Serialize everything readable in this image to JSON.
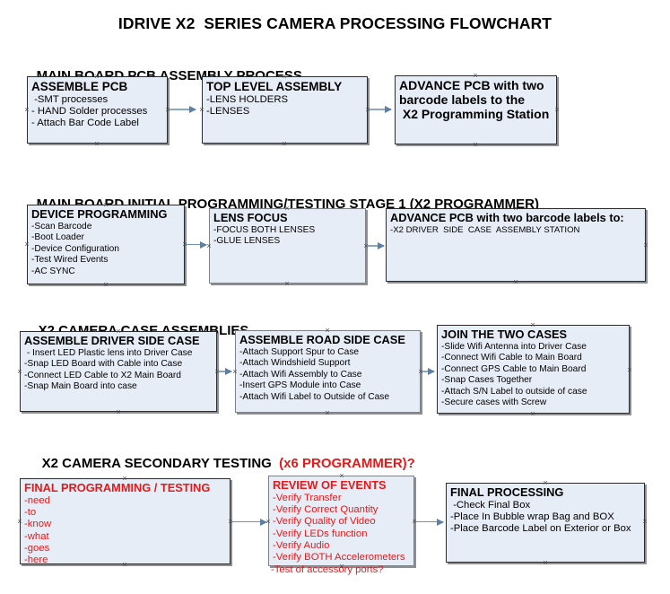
{
  "document": {
    "title": "IDRIVE X2  SERIES CAMERA PROCESSING FLOWCHART"
  },
  "colors": {
    "box_fill": "#e7edf7",
    "box_border": "#2b2b2b",
    "connector": "#8aa6c0",
    "red_text": "#e01b1b",
    "page_background": "#ffffff"
  },
  "sections": [
    {
      "heading": "MAIN BOARD PCB ASSEMBLY PROCESS",
      "heading_red_suffix": "",
      "nodes": [
        {
          "title": "ASSEMBLE PCB",
          "lines": [
            " -SMT processes",
            "- HAND Solder processes",
            "- Attach Bar Code Label"
          ]
        },
        {
          "title": "TOP LEVEL ASSEMBLY",
          "lines": [
            "-LENS HOLDERS",
            "-LENSES"
          ]
        },
        {
          "title": "ADVANCE PCB with two",
          "lines": [
            "barcode labels to the",
            " X2 Programming Station"
          ]
        }
      ]
    },
    {
      "heading": "MAIN BOARD INITIAL PROGRAMMING/TESTING STAGE 1 (X2 PROGRAMMER)",
      "heading_red_suffix": "",
      "nodes": [
        {
          "title": "DEVICE PROGRAMMING",
          "lines": [
            "-Scan Barcode",
            "-Boot Loader",
            "-Device Configuration",
            "-Test Wired Events",
            "-AC SYNC"
          ]
        },
        {
          "title": "LENS FOCUS",
          "lines": [
            "-FOCUS BOTH LENSES",
            "-GLUE LENSES"
          ]
        },
        {
          "title": "ADVANCE PCB with two barcode labels to:",
          "lines": [
            "-X2 DRIVER  SIDE  CASE  ASSEMBLY STATION"
          ]
        }
      ]
    },
    {
      "heading": "X2 CAMERA CASE ASSEMBLIES",
      "heading_red_suffix": "",
      "nodes": [
        {
          "title": "ASSEMBLE DRIVER SIDE CASE",
          "lines": [
            " - Insert LED Plastic lens into Driver Case",
            "-Snap LED Board with Cable into Case",
            "-Connect LED Cable to X2 Main Board",
            "-Snap Main Board into case"
          ]
        },
        {
          "title": "ASSEMBLE ROAD SIDE CASE",
          "lines": [
            "-Attach Support Spur to Case",
            "-Attach Windshield Support",
            "-Attach Wifi Assembly to Case",
            "-Insert GPS Module into Case",
            "-Attach Wifi Label to Outside of Case"
          ]
        },
        {
          "title": "JOIN THE TWO CASES",
          "lines": [
            "-Slide Wifi Antenna into Driver Case",
            "-Connect Wifi Cable to Main Board",
            "-Connect GPS Cable to Main Board",
            "-Snap Cases Together",
            "-Attach S/N Label to outside of case",
            "-Secure cases with Screw"
          ]
        }
      ]
    },
    {
      "heading": "X2 CAMERA SECONDARY TESTING ",
      "heading_red_suffix": " (x6 PROGRAMMER)?",
      "nodes": [
        {
          "title": "FINAL PROGRAMMING / TESTING",
          "lines": [
            "-need",
            "-to",
            "-know",
            "-what",
            "-goes",
            "-here"
          ]
        },
        {
          "title": "REVIEW OF EVENTS",
          "lines": [
            "-Verify Transfer",
            "-Verify Correct Quantity",
            "-Verify Quality of Video",
            "-Verify LEDs function",
            "-Verify Audio",
            "-Verify BOTH Accelerometers"
          ],
          "overflow_line": "-Test of accessory ports?"
        },
        {
          "title": "FINAL PROCESSING",
          "lines": [
            " -Check Final Box",
            "-Place In Bubble wrap Bag and BOX",
            "-Place Barcode Label on Exterior or Box"
          ]
        }
      ]
    }
  ]
}
